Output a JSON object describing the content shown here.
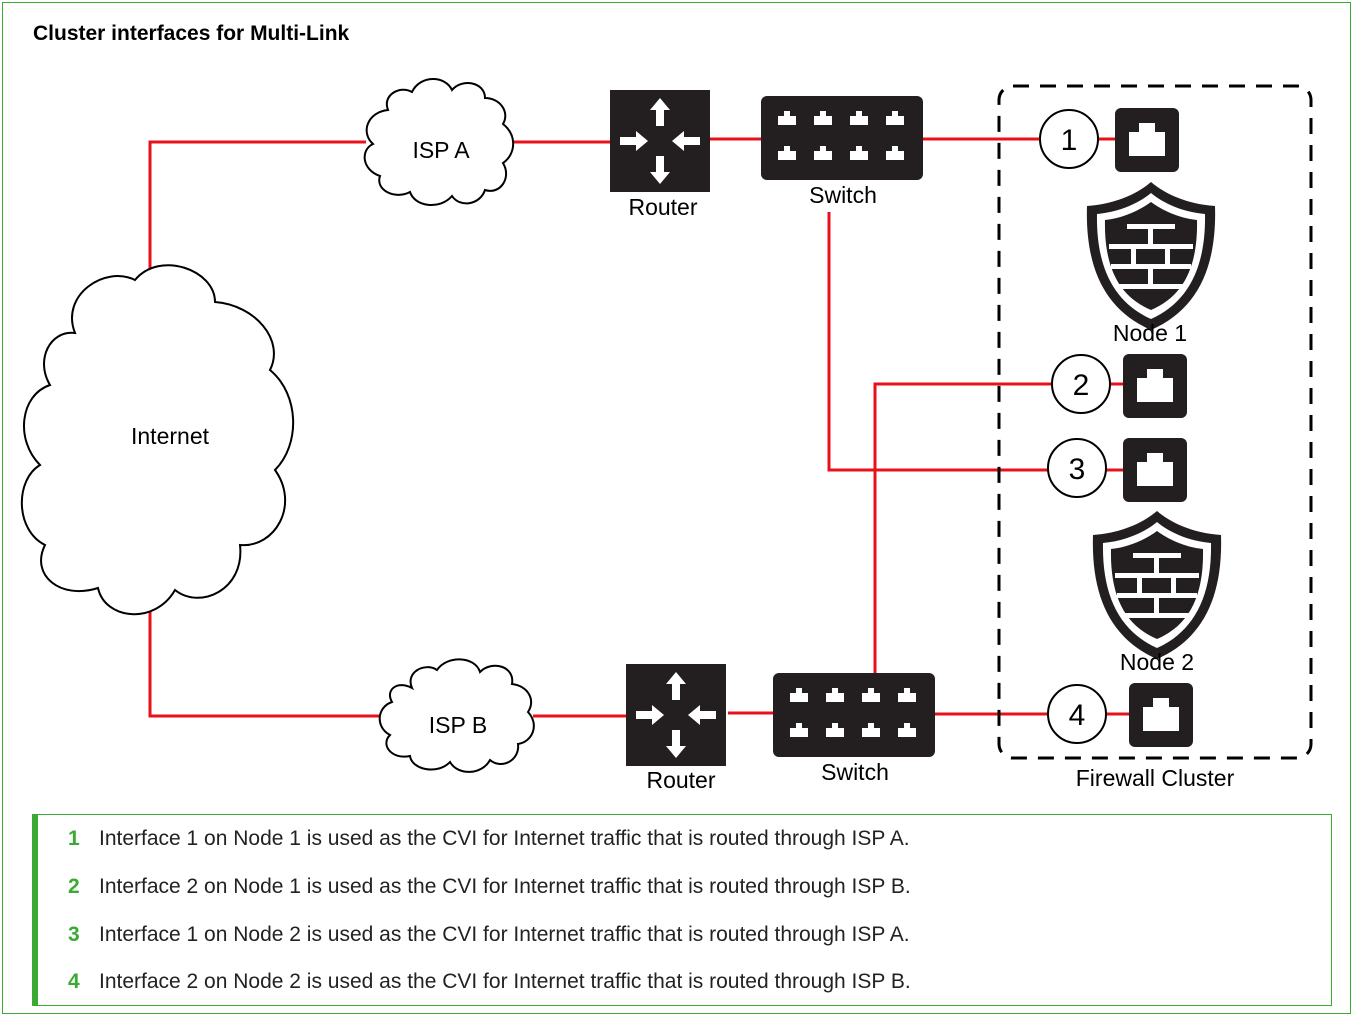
{
  "title": "Cluster interfaces for Multi-Link",
  "colors": {
    "link": "#e8111b",
    "accent": "#3aaa35",
    "device": "#231f20"
  },
  "nodes": {
    "internet": "Internet",
    "isp_a": "ISP A",
    "isp_b": "ISP B",
    "router_a": "Router",
    "router_b": "Router",
    "switch_a": "Switch",
    "switch_b": "Switch",
    "node_1": "Node 1",
    "node_2": "Node 2",
    "cluster": "Firewall Cluster"
  },
  "interfaces": [
    "1",
    "2",
    "3",
    "4"
  ],
  "icons": [
    "cloud-icon",
    "router-icon",
    "switch-icon",
    "ethernet-port-icon",
    "firewall-shield-icon"
  ],
  "legend": [
    {
      "num": "1",
      "text": "Interface 1 on Node 1 is used as the CVI for Internet traffic that is routed through ISP A."
    },
    {
      "num": "2",
      "text": "Interface 2 on Node 1 is used as the CVI for Internet traffic that is routed through ISP B."
    },
    {
      "num": "3",
      "text": "Interface 1 on Node 2 is used as the CVI for Internet traffic that is routed through ISP A."
    },
    {
      "num": "4",
      "text": "Interface 2 on Node 2 is used as the CVI for Internet traffic that is routed through ISP B."
    }
  ]
}
